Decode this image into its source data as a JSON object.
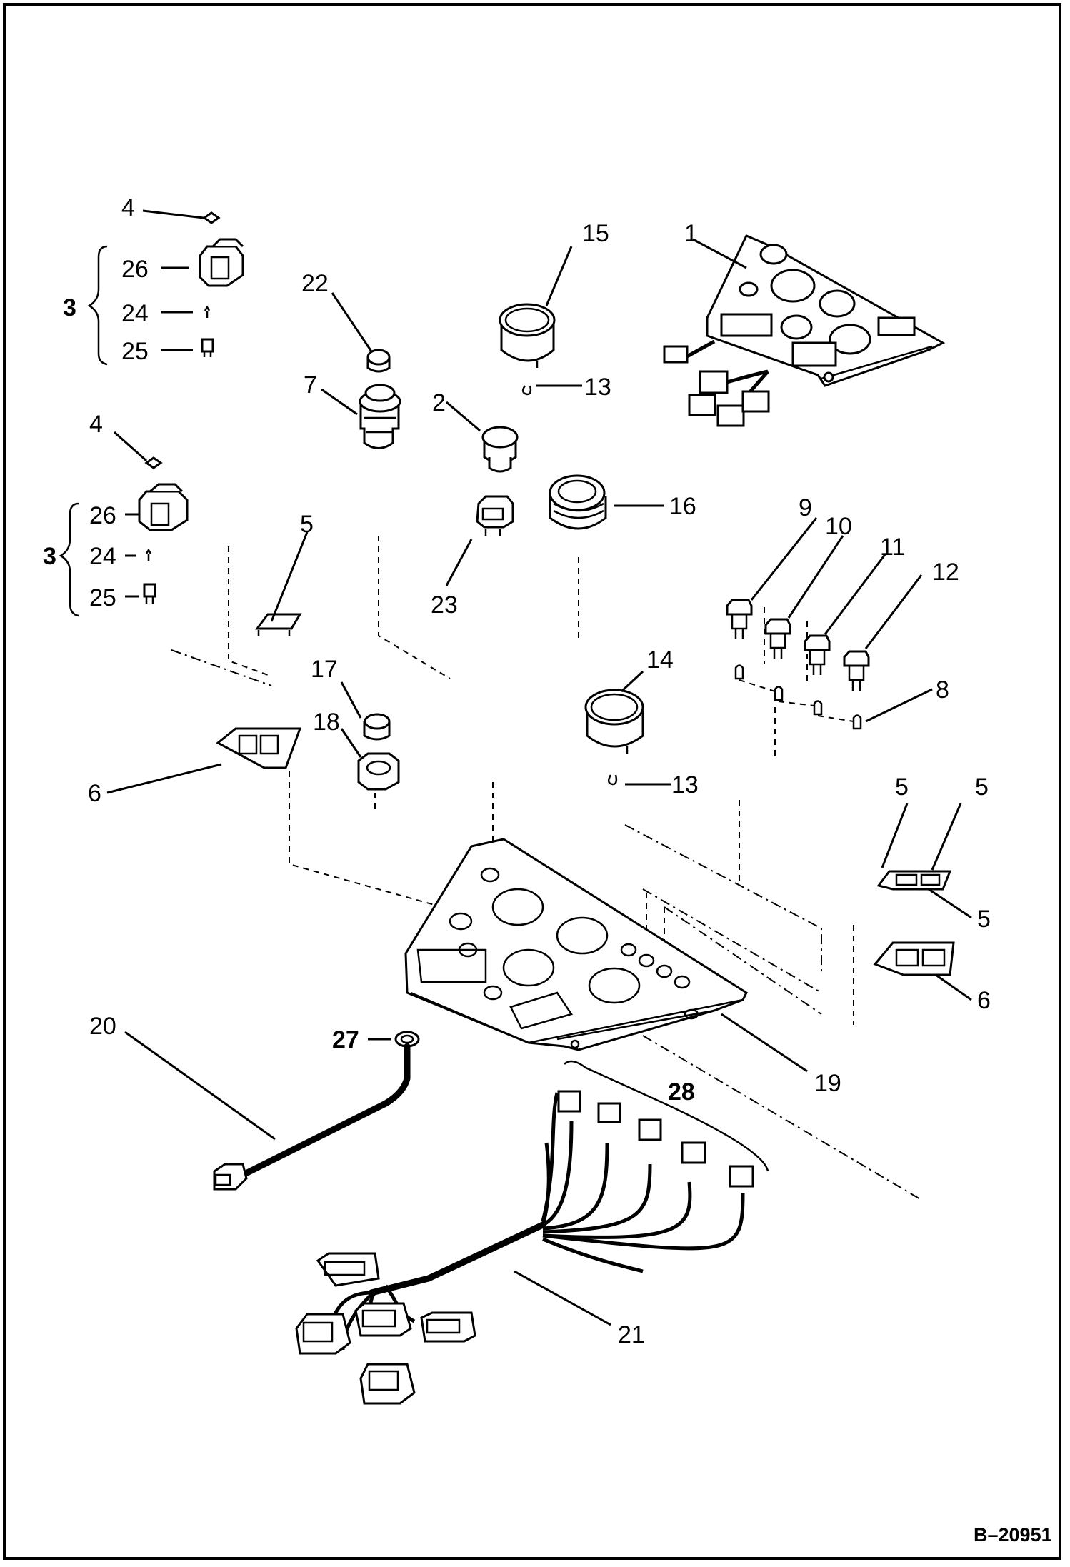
{
  "figure_code": "B–20951",
  "callouts": {
    "c1": "1",
    "c2": "2",
    "c3a": "3",
    "c3b": "3",
    "c4a": "4",
    "c4b": "4",
    "c5a": "5",
    "c5b": "5",
    "c5c": "5",
    "c5d": "5",
    "c6a": "6",
    "c6b": "6",
    "c7": "7",
    "c8": "8",
    "c9": "9",
    "c10": "10",
    "c11": "11",
    "c12": "12",
    "c13a": "13",
    "c13b": "13",
    "c14": "14",
    "c15": "15",
    "c16": "16",
    "c17": "17",
    "c18": "18",
    "c19": "19",
    "c20": "20",
    "c21": "21",
    "c22": "22",
    "c23": "23",
    "c24a": "24",
    "c24b": "24",
    "c25a": "25",
    "c25b": "25",
    "c26a": "26",
    "c26b": "26",
    "c27": "27",
    "c28": "28"
  }
}
